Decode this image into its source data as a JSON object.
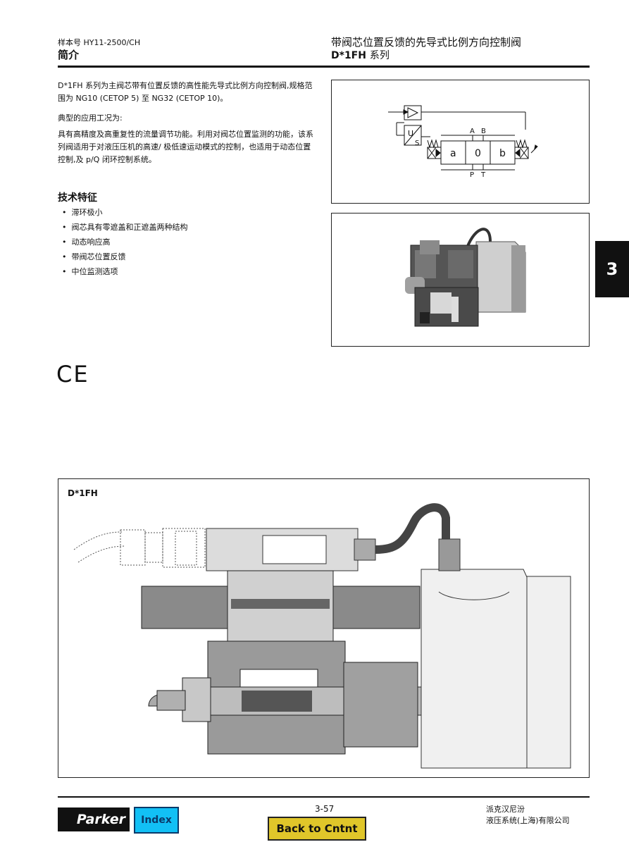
{
  "header": {
    "catalog_no": "样本号 HY11-2500/CH",
    "section": "简介",
    "title": "带阀芯位置反馈的先导式比例方向控制阀",
    "series_code": "D*1FH",
    "series_word": "系列"
  },
  "intro": {
    "paragraph1": "D*1FH 系列为主阀芯带有位置反馈的高性能先导式比例方向控制阀,规格范围为 NG10 (CETOP 5) 至 NG32 (CETOP 10)。",
    "typical_label": "典型的应用工况为:",
    "paragraph2": "具有高精度及高重复性的流量调节功能。利用对阀芯位置监测的功能，该系列阀适用于对液压压机的高速/ 极低速运动模式的控制，也适用于动态位置控制,及 p/Q 闭环控制系统。"
  },
  "features": {
    "title": "技术特征",
    "items": [
      "滞环极小",
      "阀芯具有零遮盖和正遮盖两种结构",
      "动态响应高",
      "带阀芯位置反馈",
      "中位监测选项"
    ]
  },
  "symbol": {
    "label_u": "U",
    "label_s": "S",
    "label_a_port": "A",
    "label_b_port": "B",
    "label_p_port": "P",
    "label_t_port": "T",
    "box_a": "a",
    "box_0": "0",
    "box_b": "b"
  },
  "ce_mark": "CE",
  "section_tab": "3",
  "drawing_label": "D*1FH",
  "footer": {
    "page_no": "3-57",
    "back_button": "Back to Cntnt",
    "index_button": "Index",
    "logo_text": "Parker",
    "company_line1": "派克汉尼汾",
    "company_line2": "液压系统(上海)有限公司"
  },
  "colors": {
    "index_bg": "#12c0f5",
    "back_bg": "#e0c62a",
    "body_gray": "#8a8a8a"
  }
}
